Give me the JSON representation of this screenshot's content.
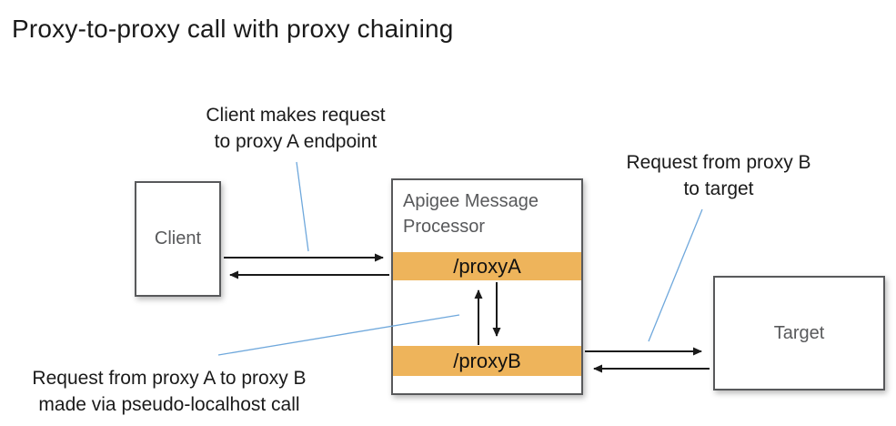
{
  "title": "Proxy-to-proxy call with proxy chaining",
  "annotations": {
    "client_request": {
      "line1": "Client makes request",
      "line2": "to proxy A endpoint"
    },
    "proxyb_to_target": {
      "line1": "Request from proxy B",
      "line2": "to target"
    },
    "proxya_to_proxyb": {
      "line1": "Request from proxy A to proxy B",
      "line2": "made via pseudo-localhost call"
    }
  },
  "nodes": {
    "client": {
      "label": "Client"
    },
    "apigee": {
      "label_line1": "Apigee Message",
      "label_line2": "Processor",
      "endpoints": [
        {
          "label": "/proxyA"
        },
        {
          "label": "/proxyB"
        }
      ]
    },
    "target": {
      "label": "Target"
    }
  },
  "colors": {
    "endpoint_bar": "#EEB45B",
    "box_border": "#58595B",
    "box_label_text": "#58595B",
    "annotation_text": "#1A1A1A",
    "arrow": "#1A1A1A",
    "callout_line": "#6FA8DC",
    "background": "#FFFFFF"
  }
}
